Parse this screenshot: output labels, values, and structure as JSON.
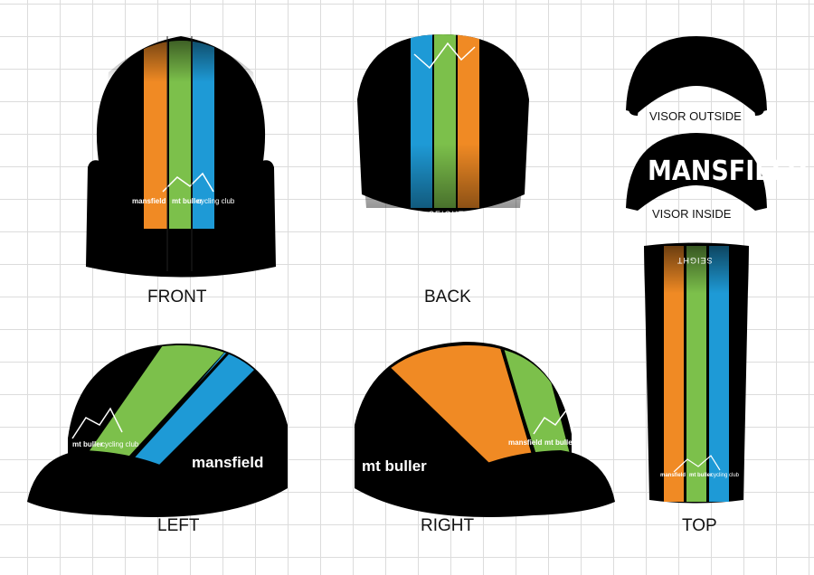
{
  "views": {
    "front": "FRONT",
    "back": "BACK",
    "left": "LEFT",
    "right": "RIGHT",
    "top": "TOP",
    "visor_outside": "VISOR OUTSIDE",
    "visor_inside": "VISOR INSIDE"
  },
  "branding": {
    "mansfield": "mansfield",
    "mt_buller": "mt buller",
    "cycling_club": "cycling club",
    "visor_word": "MANSFIELD",
    "sponsor": "SEIGHT"
  },
  "colors": {
    "cap": "#000000",
    "orange": "#f08a24",
    "green": "#7cc04b",
    "blue": "#1e9ad6"
  }
}
